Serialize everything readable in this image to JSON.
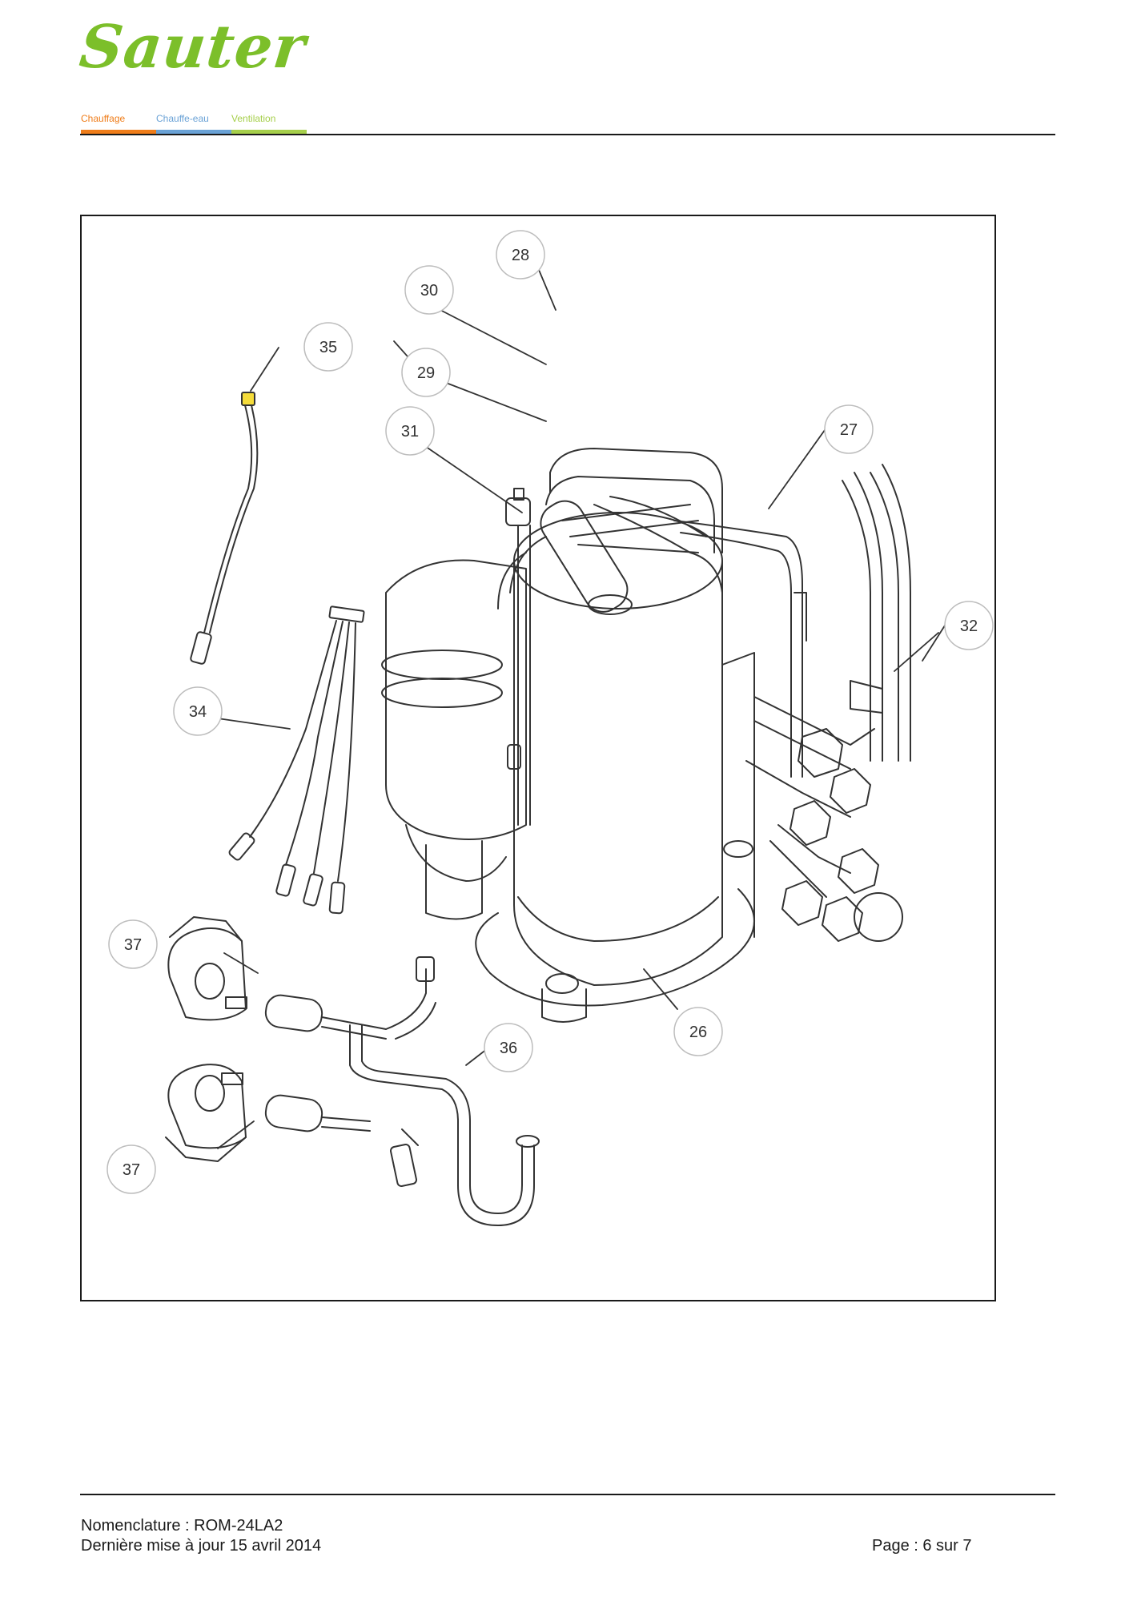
{
  "header": {
    "brand": "Sauter",
    "categories": [
      {
        "label": "Chauffage",
        "color": "#ef7d1a"
      },
      {
        "label": "Chauffe-eau",
        "color": "#6aa2d6"
      },
      {
        "label": "Ventilation",
        "color": "#a6cf4b"
      }
    ],
    "brand_color": "#7cbf2a"
  },
  "diagram": {
    "callouts": [
      "28",
      "30",
      "35",
      "29",
      "31",
      "27",
      "32",
      "34",
      "37",
      "26",
      "36",
      "37"
    ],
    "highlight_color": "#f5dc3a"
  },
  "footer": {
    "nomenclature": "Nomenclature : ROM-24LA2",
    "updated": "Dernière mise à jour 15 avril 2014",
    "page": "Page : 6 sur 7"
  }
}
